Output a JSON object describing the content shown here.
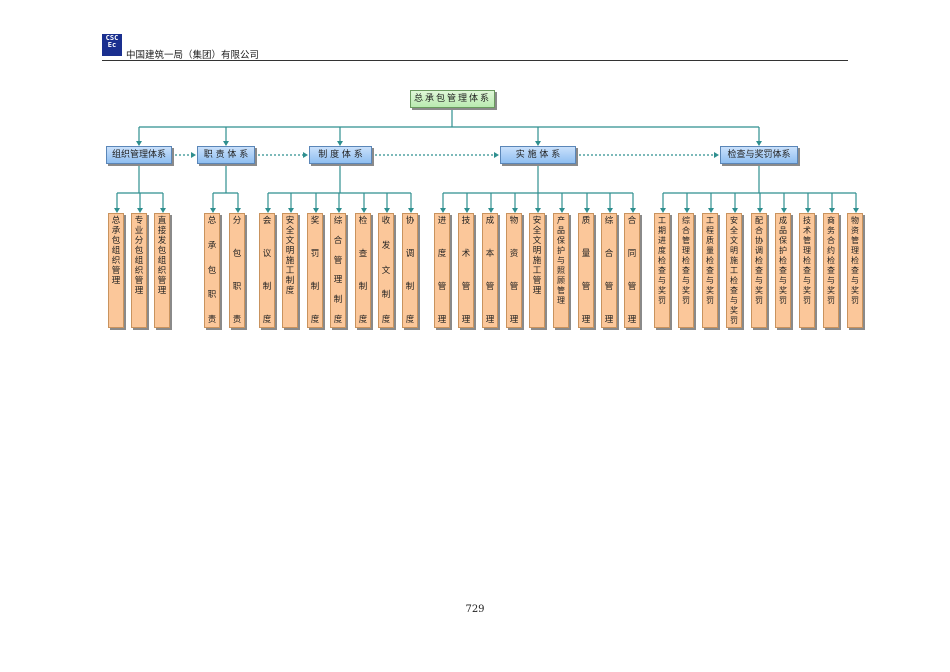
{
  "header": {
    "company": "中国建筑一局（集团）有限公司",
    "logo_lines": [
      "CSC",
      "Ec"
    ]
  },
  "root": "总承包管理体系",
  "categories": [
    "组织管理体系",
    "职 责 体 系",
    "制 度 体 系",
    "实 施 体 系",
    "检查与奖罚体系"
  ],
  "leaves": [
    [
      "总承包组织管理",
      "专业分包组织管理",
      "直接发包组织管理"
    ],
    [
      "总承包职责",
      "分包职责"
    ],
    [
      "会议制度",
      "安全文明施工制度",
      "奖罚制度",
      "综合管理制度",
      "检查制度",
      "收发文制度",
      "协调制度"
    ],
    [
      "进度管理",
      "技术管理",
      "成本管理",
      "物资管理",
      "安全文明施工管理",
      "产品保护与照顾管理",
      "质量管理",
      "综合管理",
      "合同管理"
    ],
    [
      "工期进度检查与奖罚",
      "综合管理检查与奖罚",
      "工程质量检查与奖罚",
      "安全文明施工检查与奖罚",
      "配合协调检查与奖罚",
      "成品保护检查与奖罚",
      "技术管理检查与奖罚",
      "商务合约检查与奖罚",
      "物资管理检查与奖罚"
    ]
  ],
  "page_number": "729",
  "colors": {
    "line": "#2f8f8f",
    "root_fill": "#c8efbf",
    "category_fill": "#a9cff5",
    "leaf_fill": "#fbc79a"
  }
}
